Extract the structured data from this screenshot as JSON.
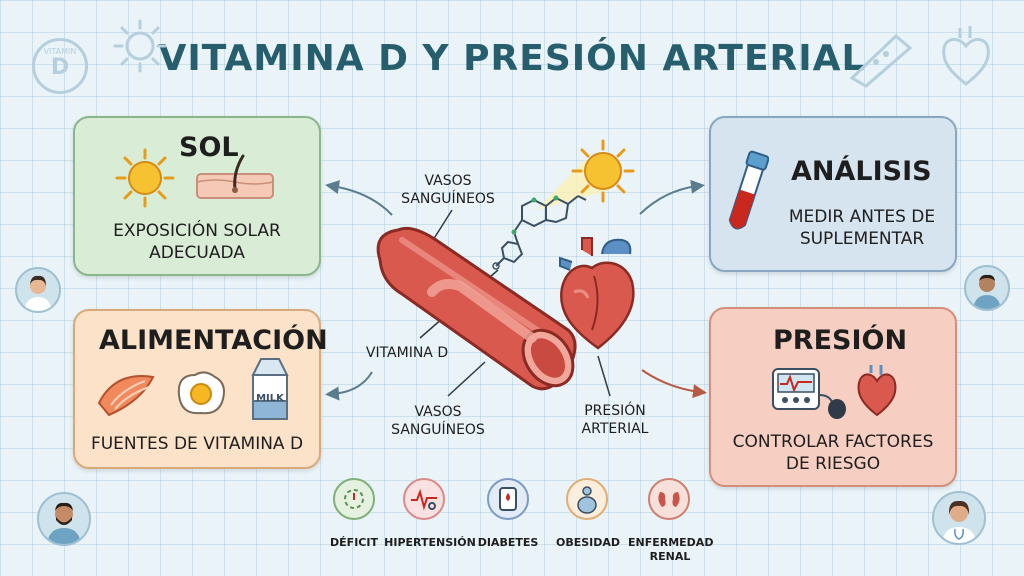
{
  "title": "VITAMINA D Y PRESIÓN ARTERIAL",
  "badge": {
    "top": "VITAMIN",
    "letter": "D"
  },
  "cards": {
    "sol": {
      "heading": "SOL",
      "text_line1": "EXPOSICIÓN SOLAR",
      "text_line2": "ADECUADA"
    },
    "alimentacion": {
      "heading": "ALIMENTACIÓN",
      "milk_label": "MILK",
      "text_line1": "FUENTES DE VITAMINA D"
    },
    "analisis": {
      "heading": "ANÁLISIS",
      "text_line1": "MEDIR ANTES DE",
      "text_line2": "SUPLEMENTAR"
    },
    "presion": {
      "heading": "PRESIÓN",
      "text_line1": "CONTROLAR FACTORES",
      "text_line2": "DE RIESGO"
    }
  },
  "center_labels": {
    "vasos_top": {
      "line1": "VASOS",
      "line2": "SANGUÍNEOS"
    },
    "vitamina_d": "VITAMINA D",
    "vasos_bottom": {
      "line1": "VASOS",
      "line2": "SANGUÍNEOS"
    },
    "presion_arterial": {
      "line1": "PRESIÓN",
      "line2": "ARTERIAL"
    }
  },
  "conditions": [
    {
      "line1": "DÉFICIT",
      "line2": "",
      "color": "#7fb07a"
    },
    {
      "line1": "HIPERTENSIÓN",
      "line2": "",
      "color": "#d98a8a"
    },
    {
      "line1": "DIABETES",
      "line2": "",
      "color": "#7d9cc4"
    },
    {
      "line1": "OBESIDAD",
      "line2": "",
      "color": "#e0ad74"
    },
    {
      "line1": "ENFERMEDAD",
      "line2": "RENAL",
      "color": "#cf8070"
    }
  ],
  "colors": {
    "title": "#265e6e",
    "sol_card": "#d9ecd6",
    "alimentacion_card": "#fbe2c8",
    "analisis_card": "#d6e4ef",
    "presion_card": "#f7cfc2",
    "vessel": "#d9594f",
    "sun": "#f6c231"
  }
}
